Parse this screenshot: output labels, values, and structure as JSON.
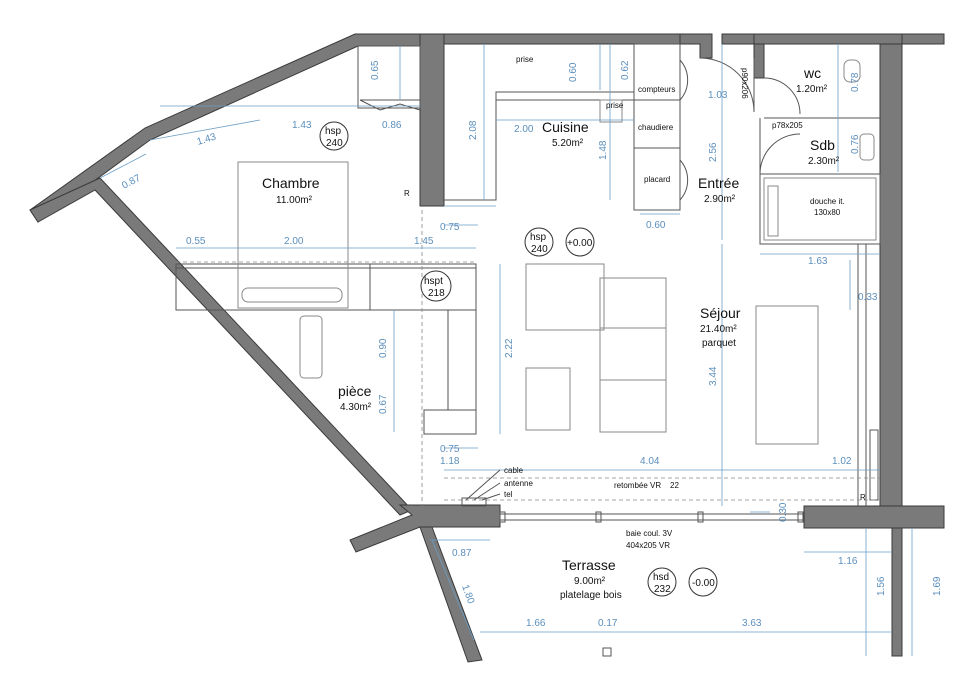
{
  "rooms": {
    "chambre": {
      "name": "Chambre",
      "area": "11.00m²"
    },
    "cuisine": {
      "name": "Cuisine",
      "area": "5.20m²"
    },
    "entree": {
      "name": "Entrée",
      "area": "2.90m²"
    },
    "wc": {
      "name": "wc",
      "area": "1.20m²"
    },
    "sdb": {
      "name": "Sdb",
      "area": "2.30m²"
    },
    "sejour": {
      "name": "Séjour",
      "area": "21.40m²",
      "note": "parquet"
    },
    "piece": {
      "name": "pièce",
      "area": "4.30m²"
    },
    "terrasse": {
      "name": "Terrasse",
      "area": "9.00m²",
      "note": "platelage bois"
    }
  },
  "markers": {
    "hsp_chambre": {
      "top": "hsp",
      "bottom": "240"
    },
    "hsp_sejour": {
      "top": "hsp",
      "bottom": "240"
    },
    "level_sejour": {
      "value": "+0.00"
    },
    "hspt_piece": {
      "top": "hspt",
      "bottom": "218"
    },
    "hsd_terrasse": {
      "top": "hsd",
      "bottom": "232"
    },
    "level_terrasse": {
      "value": "-0.00"
    }
  },
  "labels": {
    "prise1": "prise",
    "prise2": "prise",
    "compteurs": "compteurs",
    "chaudiere": "chaudiere",
    "placard": "placard",
    "p90x206": "p90x206",
    "p78x205": "p78x205",
    "douche_l1": "douche it.",
    "douche_l2": "130x80",
    "cable": "cable",
    "antenne": "antenne",
    "tel": "tel",
    "retombee": "retombée VR",
    "retombee_val": "22",
    "baie_l1": "baie coul. 3V",
    "baie_l2": "404x205 VR",
    "r1": "R",
    "r2": "R"
  },
  "dimensions": {
    "d065": "0.65",
    "d143a": "1.43",
    "d143b": "1.43",
    "d086": "0.86",
    "d087a": "0.87",
    "d208": "2.08",
    "d060a": "0.60",
    "d062": "0.62",
    "d200": "2.00",
    "d148": "1.48",
    "d103": "1.03",
    "d256": "2.56",
    "d078": "0.78",
    "d076": "0.76",
    "d075a": "0.75",
    "d060b": "0.60",
    "d055": "0.55",
    "d200b": "2.00",
    "d145": "1.45",
    "d163": "1.63",
    "d033": "0.33",
    "d090": "0.90",
    "d222": "2.22",
    "d344": "3.44",
    "d067": "0.67",
    "d075b": "0.75",
    "d118": "1.18",
    "d404": "4.04",
    "d102": "1.02",
    "d030": "0.30",
    "d087b": "0.87",
    "d180": "1.80",
    "d116": "1.16",
    "d156": "1.56",
    "d169": "1.69",
    "d166": "1.66",
    "d017": "0.17",
    "d363": "3.63"
  }
}
